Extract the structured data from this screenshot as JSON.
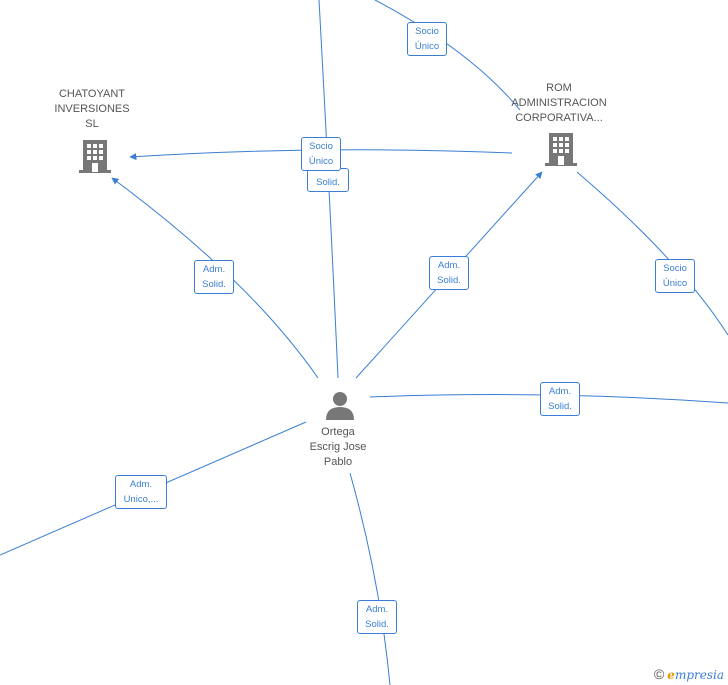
{
  "nodes": {
    "chatoyant": {
      "label_lines": [
        "CHATOYANT",
        "INVERSIONES",
        "SL"
      ]
    },
    "rom": {
      "label_lines": [
        "ROM",
        "ADMINISTRACION",
        "CORPORATIVA..."
      ]
    },
    "person": {
      "label_lines": [
        "Ortega",
        "Escrig Jose",
        "Pablo"
      ]
    }
  },
  "edge_labels": [
    {
      "id": "socio-unico-top",
      "lines": [
        "Socio",
        "Único"
      ]
    },
    {
      "id": "socio-unico-center",
      "lines": [
        "Socio",
        "Único"
      ]
    },
    {
      "id": "solid-center",
      "lines": [
        "Solid."
      ]
    },
    {
      "id": "adm-solid-left",
      "lines": [
        "Adm.",
        "Solid."
      ]
    },
    {
      "id": "adm-solid-mid",
      "lines": [
        "Adm.",
        "Solid."
      ]
    },
    {
      "id": "socio-unico-right",
      "lines": [
        "Socio",
        "Único"
      ]
    },
    {
      "id": "adm-solid-right",
      "lines": [
        "Adm.",
        "Solid."
      ]
    },
    {
      "id": "adm-unico",
      "lines": [
        "Adm.",
        "Unico,..."
      ]
    },
    {
      "id": "adm-solid-bottom",
      "lines": [
        "Adm.",
        "Solid."
      ]
    }
  ],
  "colors": {
    "edge": "#3a7fd5",
    "icon": "#777777",
    "text": "#555555"
  },
  "watermark": {
    "symbol": "©",
    "brand_first": "e",
    "brand_rest": "mpresia"
  }
}
